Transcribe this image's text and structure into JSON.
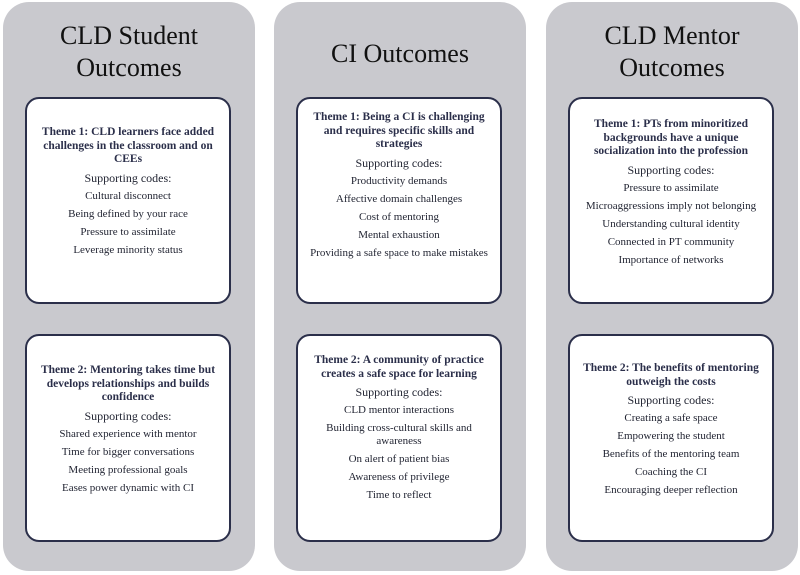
{
  "columns": [
    {
      "title_lines": [
        "CLD Student",
        "Outcomes"
      ],
      "themes": [
        {
          "title": "Theme 1: CLD learners face added challenges in the classroom and on CEEs",
          "supporting_label": "Supporting codes:",
          "codes": [
            "Cultural disconnect",
            "Being defined by your race",
            "Pressure to assimilate",
            "Leverage minority status"
          ]
        },
        {
          "title": "Theme 2: Mentoring takes time but develops relationships and builds confidence",
          "supporting_label": "Supporting codes:",
          "codes": [
            "Shared experience with mentor",
            "Time for bigger conversations",
            "Meeting professional goals",
            "Eases power dynamic with CI"
          ]
        }
      ]
    },
    {
      "title_lines": [
        "CI Outcomes"
      ],
      "themes": [
        {
          "title": "Theme 1: Being a CI is challenging and requires specific skills and strategies",
          "supporting_label": "Supporting codes:",
          "codes": [
            "Productivity demands",
            "Affective domain challenges",
            "Cost of mentoring",
            "Mental exhaustion",
            "Providing a safe space to make mistakes"
          ]
        },
        {
          "title": "Theme 2: A community of practice creates a safe space for learning",
          "supporting_label": "Supporting codes:",
          "codes": [
            "CLD mentor interactions",
            "Building cross-cultural skills and awareness",
            "On alert of patient bias",
            "Awareness of privilege",
            "Time to reflect"
          ]
        }
      ]
    },
    {
      "title_lines": [
        "CLD Mentor",
        "Outcomes"
      ],
      "themes": [
        {
          "title": "Theme 1: PTs from minoritized backgrounds have a unique socialization into the profession",
          "supporting_label": "Supporting codes:",
          "codes": [
            "Pressure to assimilate",
            "Microaggressions imply not belonging",
            "Understanding cultural identity",
            "Connected in PT community",
            "Importance of networks"
          ]
        },
        {
          "title": "Theme 2: The benefits of mentoring outweigh the costs",
          "supporting_label": "Supporting codes:",
          "codes": [
            "Creating a safe space",
            "Empowering the student",
            "Benefits of the mentoring team",
            "Coaching the CI",
            "Encouraging deeper reflection"
          ]
        }
      ]
    }
  ]
}
